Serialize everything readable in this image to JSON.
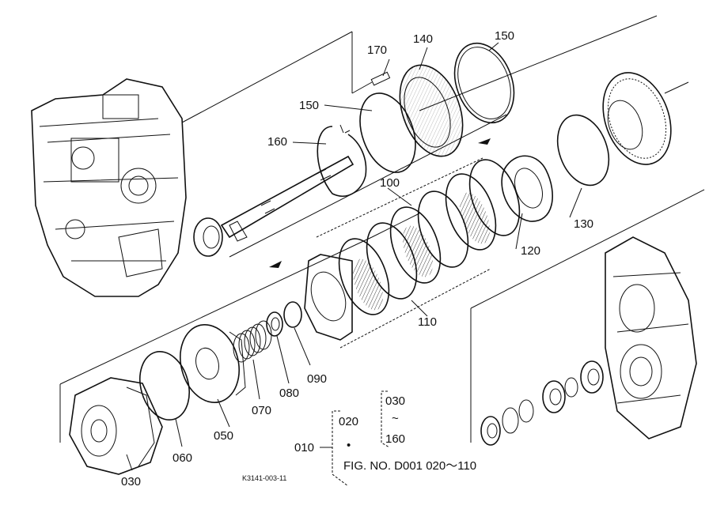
{
  "callouts": {
    "c170": "170",
    "c140": "140",
    "c150_top": "150",
    "c150_mid": "150",
    "c160": "160",
    "c100": "100",
    "c120": "120",
    "c130": "130",
    "c110": "110",
    "c090": "090",
    "c080": "080",
    "c070": "070",
    "c050": "050",
    "c060": "060",
    "c030": "030"
  },
  "legend": {
    "assembly": "010",
    "group_a_top": "020",
    "group_a_dot": "•",
    "group_b_top": "030",
    "group_b_tilde": "~",
    "group_b_bottom": "160",
    "fig_ref": "FIG. NO. D001 020～110"
  },
  "drawing_code": "K3141-003-11"
}
